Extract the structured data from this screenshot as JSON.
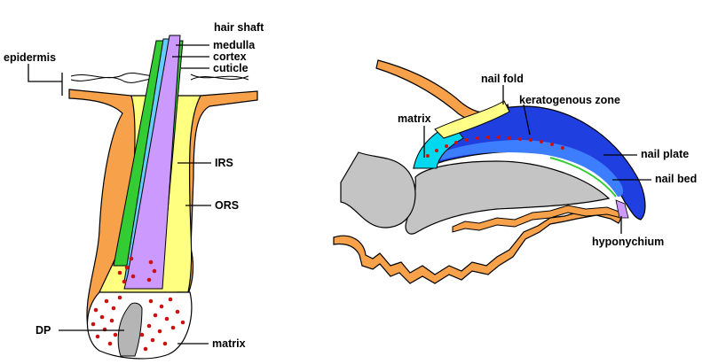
{
  "hair_diagram": {
    "labels": {
      "hair_shaft": "hair shaft",
      "medulla": "medulla",
      "cortex": "cortex",
      "cuticle": "cuticle",
      "epidermis": "epidermis",
      "irs": "IRS",
      "ors": "ORS",
      "dp": "DP",
      "matrix": "matrix"
    }
  },
  "nail_diagram": {
    "labels": {
      "nail_fold": "nail fold",
      "keratogenous_zone": "keratogenous zone",
      "matrix": "matrix",
      "nail_plate": "nail plate",
      "nail_bed": "nail bed",
      "hyponychium": "hyponychium"
    }
  },
  "colors": {
    "outer_root_sheath": "#f7a24a",
    "inner_root_sheath": "#ffff80",
    "cuticle_layer": "#33cc33",
    "cortex_layer": "#66ccff",
    "medulla_layer": "#cc99ff",
    "dermal_papilla": "#b5b5b5",
    "matrix_cells": "#cc1111",
    "nail_plate": "#1f3fe0",
    "nail_plate_light": "#3d7dff",
    "nail_matrix": "#00d8f0",
    "nail_fold": "#ffff88",
    "bone": "#c4c4c4"
  }
}
